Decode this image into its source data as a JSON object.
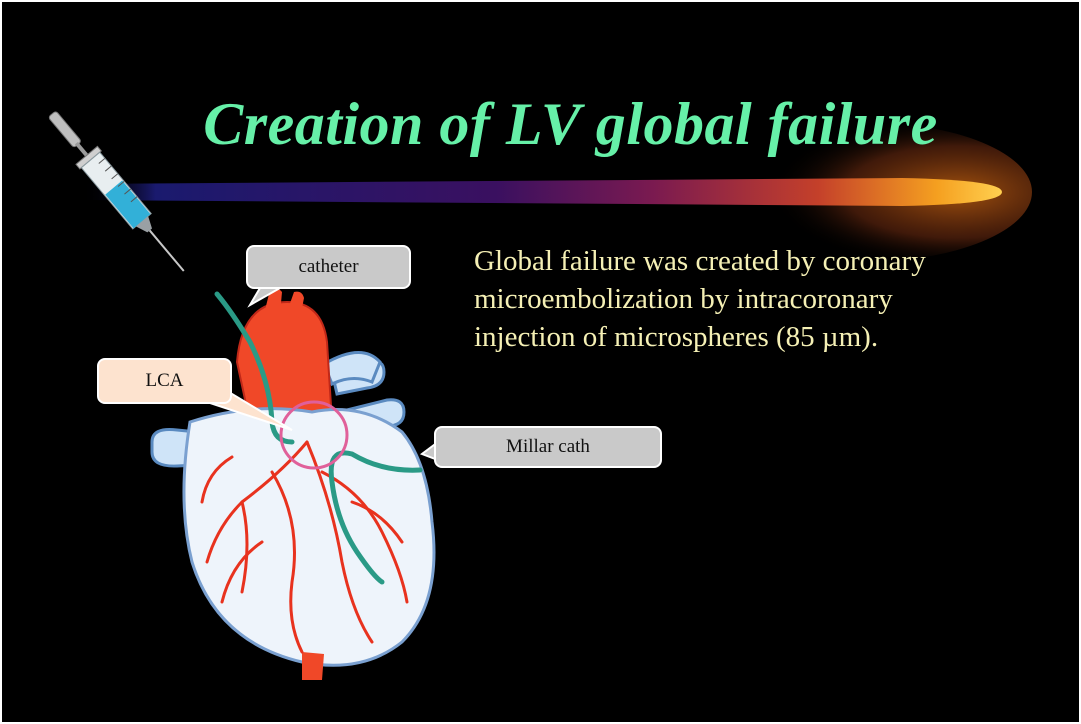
{
  "slide": {
    "title": "Creation of LV global failure",
    "body": "Global failure was created by coronary microembolization by intracoronary injection of microspheres (85 µm).",
    "callouts": {
      "catheter": "catheter",
      "lca": "LCA",
      "millar": "Millar cath"
    },
    "colors": {
      "background": "#000000",
      "title": "#66f0a8",
      "body_text": "#f5f0b5",
      "catheter": "#2a9a86",
      "artery": "#e8321e",
      "highlight_ring": "#e0609a"
    },
    "icons": [
      "syringe-icon",
      "heart-illustration"
    ]
  }
}
